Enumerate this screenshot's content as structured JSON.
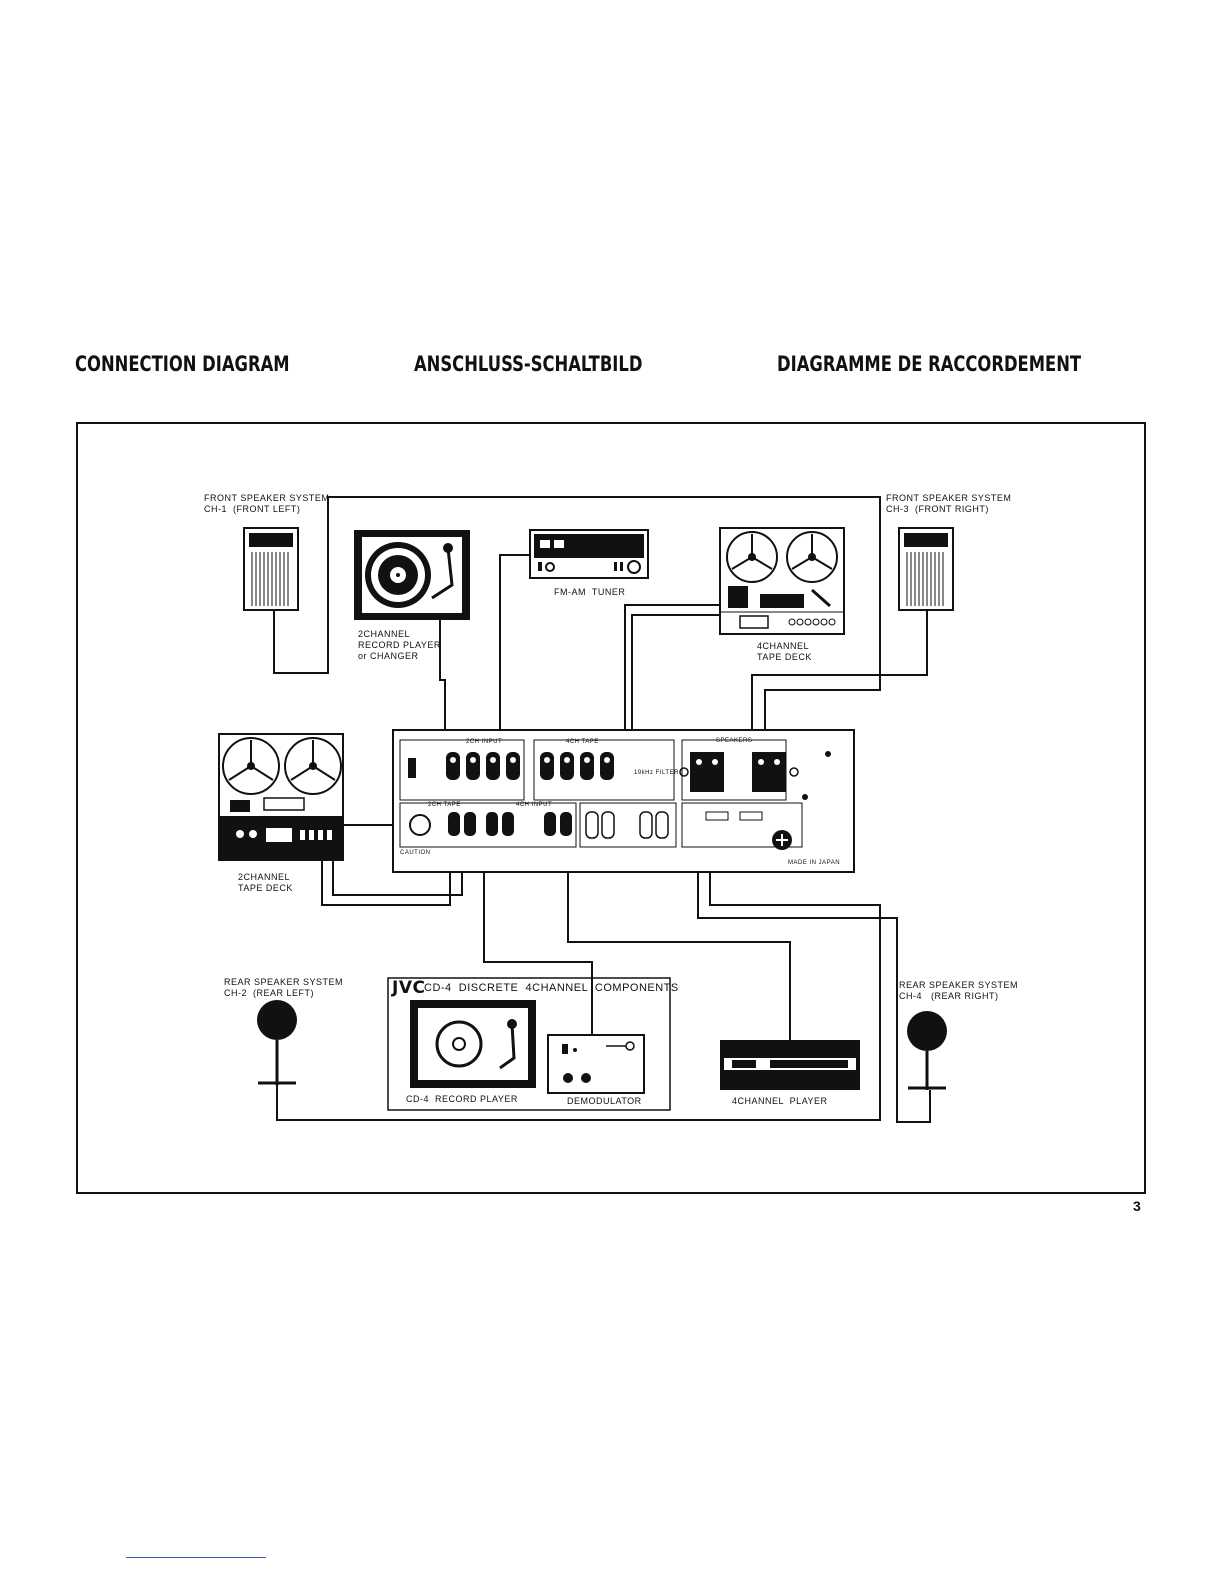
{
  "titles": {
    "en": "CONNECTION DIAGRAM",
    "de": "ANSCHLUSS-SCHALTBILD",
    "fr": "DIAGRAMME DE RACCORDEMENT"
  },
  "labels": {
    "front_left_speaker": "FRONT SPEAKER SYSTEM\nCH-1  (FRONT LEFT)",
    "front_right_speaker": "FRONT SPEAKER SYSTEM\nCH-3  (FRONT RIGHT)",
    "record_player_2ch": "2CHANNEL\nRECORD PLAYER\nor CHANGER",
    "tuner": "FM-AM  TUNER",
    "tape_deck_4ch": "4CHANNEL\nTAPE DECK",
    "tape_deck_2ch": "2CHANNEL\nTAPE DECK",
    "rear_left_speaker": "REAR SPEAKER SYSTEM\nCH-2  (REAR LEFT)",
    "rear_right_speaker": "REAR SPEAKER SYSTEM\nCH-4   (REAR RIGHT)",
    "cd4_brand": "JVC",
    "cd4_heading": "CD-4  DISCRETE  4CHANNEL  COMPONENTS",
    "cd4_record_player": "CD-4  RECORD PLAYER",
    "demodulator": "DEMODULATOR",
    "player_4ch": "4CHANNEL  PLAYER"
  },
  "panel": {
    "input_2ch": "2CH INPUT",
    "tape_4ch": "4CH TAPE",
    "speakers": "SPEAKERS",
    "tape_2ch": "2CH TAPE",
    "input_4ch": "4CH INPUT",
    "caution": "CAUTION",
    "made_in": "MADE IN JAPAN",
    "filter": "19kHz FILTER"
  },
  "page_number": "3"
}
